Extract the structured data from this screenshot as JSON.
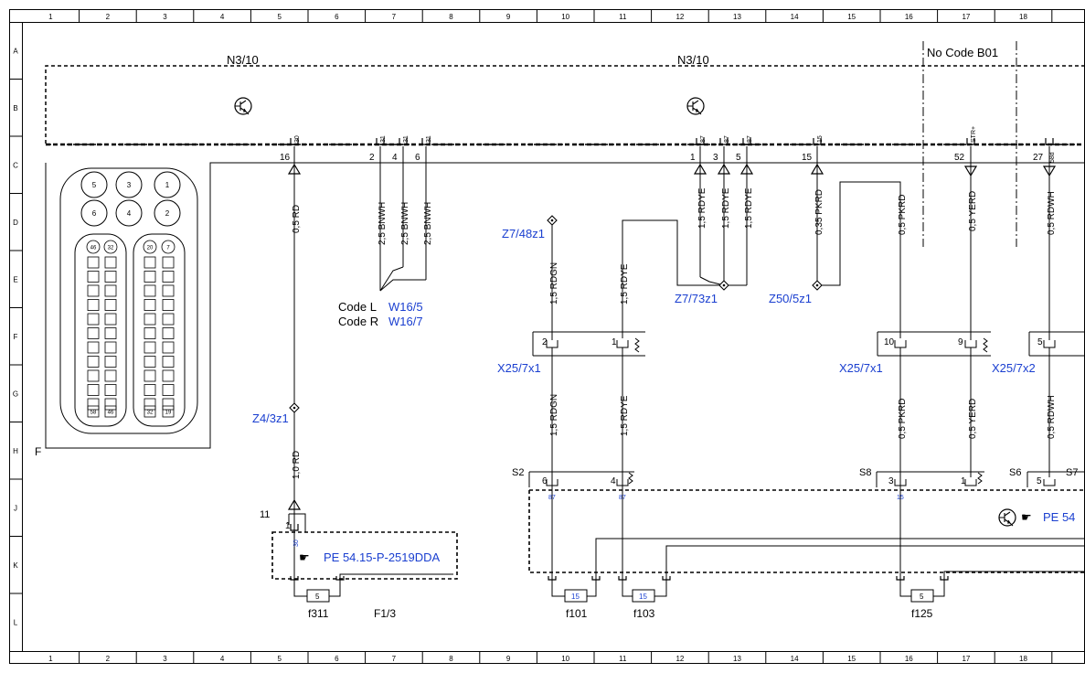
{
  "grid": {
    "columns": [
      "1",
      "2",
      "3",
      "4",
      "5",
      "6",
      "7",
      "8",
      "9",
      "10",
      "11",
      "12",
      "13",
      "14",
      "15",
      "16",
      "17",
      "18"
    ],
    "rows": [
      "A",
      "B",
      "C",
      "D",
      "E",
      "F",
      "G",
      "H",
      "J",
      "K",
      "L"
    ]
  },
  "components": {
    "n3_10_left": "N3/10",
    "n3_10_right": "N3/10",
    "no_code": "No  Code B01",
    "frame_label": "F",
    "f1_3": "F1/3",
    "code_l": "Code L",
    "code_l_ref": "W16/5",
    "code_r": "Code R",
    "code_r_ref": "W16/7",
    "z7_48z1": "Z7/48z1",
    "z7_73z1": "Z7/73z1",
    "z50_5z1": "Z50/5z1",
    "z4_3z1": "Z4/3z1",
    "x25_7x1_left": "X25/7x1",
    "x25_7x1_right": "X25/7x1",
    "x25_7x2": "X25/7x2",
    "s2": "S2",
    "s8": "S8",
    "s6": "S6",
    "s7": "S7",
    "pe_ref_1": "PE 54.15-P-2519DDA",
    "pe_ref_2": "PE 54",
    "f311": "f311",
    "f101": "f101",
    "f103": "f103",
    "f125": "f125"
  },
  "pins": {
    "p16": "16",
    "p2": "2",
    "p4": "4",
    "p6": "6",
    "p1": "1",
    "p3": "3",
    "p5": "5",
    "p15": "15",
    "p52": "52",
    "p27": "27",
    "p11": "11",
    "p1b": "1",
    "x1_2": "2",
    "x1_1": "1",
    "x2_10": "10",
    "x2_9": "9",
    "x3_5": "5",
    "s2_6": "6",
    "s2_4": "4",
    "s8_3": "3",
    "s8_1": "1",
    "s6_5": "5"
  },
  "terminals": {
    "t30": "30",
    "t31a": "31",
    "t31b": "31",
    "t31c": "31",
    "t87a": "87",
    "t87b": "87",
    "t87c": "87",
    "t15": "15",
    "tstr": "STR+",
    "t58d": "58d",
    "t30b": "30",
    "s2_87a": "87",
    "s2_87b": "87",
    "s8_15": "15",
    "fuse_f311": "5",
    "fuse_f101": "15",
    "fuse_f103": "15",
    "fuse_f125": "5",
    "fuse_s6": "5"
  },
  "wires": {
    "w_rd_top": "0,5 RD",
    "w_bnwh_1": "2,5 BNWH",
    "w_bnwh_2": "2,5 BNWH",
    "w_bnwh_3": "2,5 BNWH",
    "w_rdye_1": "1,5 RDYE",
    "w_rdye_2": "1,5 RDYE",
    "w_rdye_3": "1,5 RDYE",
    "w_pkrd_1": "0,35 PKRD",
    "w_pkrd_2": "0,5 PKRD",
    "w_yerd_1": "0,5 YERD",
    "w_rdwh_1": "0,5 RDWH",
    "w_rdgn_1": "1,5 RDGN",
    "w_rdye_4": "1,5 RDYE",
    "w_rd_bottom": "1,0 RD",
    "w_rdgn_2": "1,5 RDGN",
    "w_rdye_5": "1,5 RDYE",
    "w_pkrd_3": "0,5 PKRD",
    "w_yerd_2": "0,5 YERD",
    "w_rdwh_2": "0,5 RDWH"
  },
  "connector_pins": {
    "top_round": [
      "5",
      "3",
      "1",
      "6",
      "4",
      "2"
    ],
    "left_top": [
      "46",
      "32"
    ],
    "right_top": [
      "20",
      "7"
    ],
    "left_bottom": [
      "58",
      "46"
    ],
    "right_bottom": [
      "32",
      "19"
    ]
  },
  "colors": {
    "line": "#000000",
    "reference_blue": "#1a3fd0"
  }
}
